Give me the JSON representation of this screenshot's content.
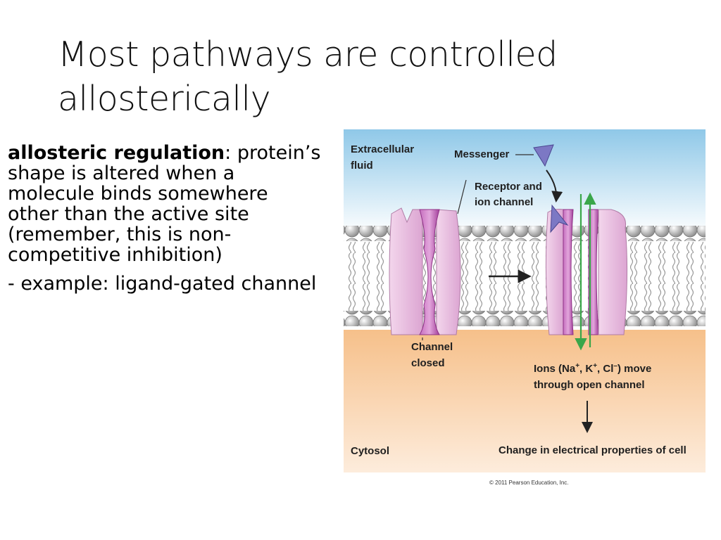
{
  "title": "Most pathways are controlled allosterically",
  "body": {
    "term": "allosteric regulation",
    "colon": ":",
    "definition": "protein’s shape is altered when a molecule binds somewhere other than the active site (remember, this is non-competitive inhibition)",
    "example": "- example: ligand-gated channel"
  },
  "figure": {
    "labels": {
      "extracellular_1": "Extracellular",
      "extracellular_2": "fluid",
      "messenger": "Messenger",
      "receptor_1": "Receptor and",
      "receptor_2": "ion channel",
      "channel_closed_1": "Channel",
      "channel_closed_2": "closed",
      "ions_1_a": "Ions (Na",
      "ions_1_b": ", K",
      "ions_1_c": ", Cl",
      "ions_1_d": ") move",
      "ions_sup_plus_1": "+",
      "ions_sup_plus_2": "+",
      "ions_sup_minus": "–",
      "ions_2": "through open channel",
      "cytosol": "Cytosol",
      "change": "Change in electrical properties of cell"
    },
    "copyright": "© 2011 Pearson Education, Inc.",
    "colors": {
      "extracellular_top": "#8fc8e8",
      "extracellular_bottom": "#ffffff",
      "cytosol_top": "#f6c08a",
      "cytosol_bottom": "#fde9d6",
      "protein": "#e6b8dc",
      "protein_dark": "#b04aa8",
      "messenger": "#7c78c4",
      "ion_arrow": "#3aa64a"
    }
  }
}
